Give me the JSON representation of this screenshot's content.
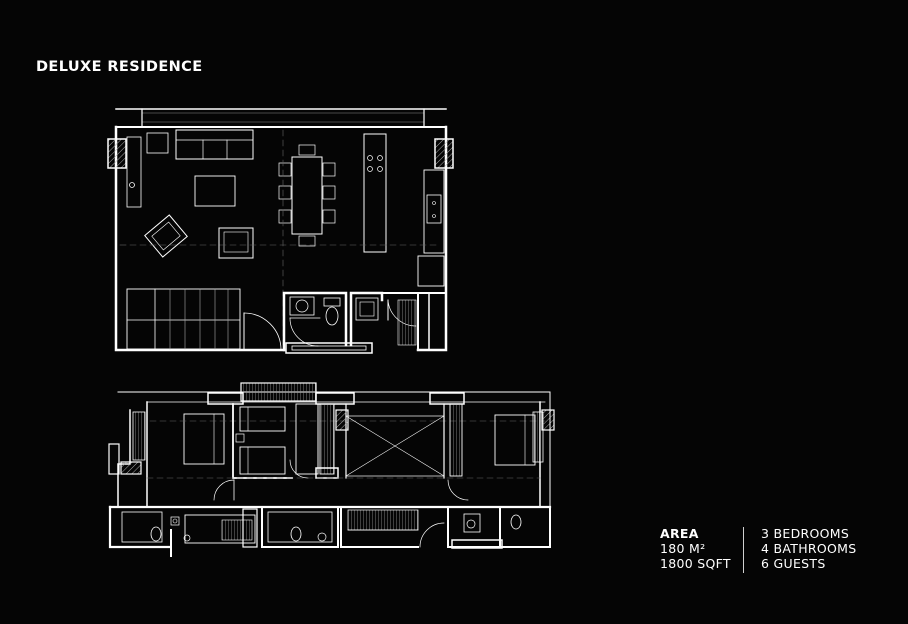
{
  "title": "DELUXE RESIDENCE",
  "specs": {
    "area_label": "AREA",
    "area_m2": "180 M²",
    "area_sqft": "1800 SQFT",
    "bedrooms": "3 BEDROOMS",
    "bathrooms": "4 BATHROOMS",
    "guests": "6 GUESTS"
  },
  "colors": {
    "background": "#050505",
    "lines": "#ffffff",
    "hatch": "#bbbbbb"
  }
}
